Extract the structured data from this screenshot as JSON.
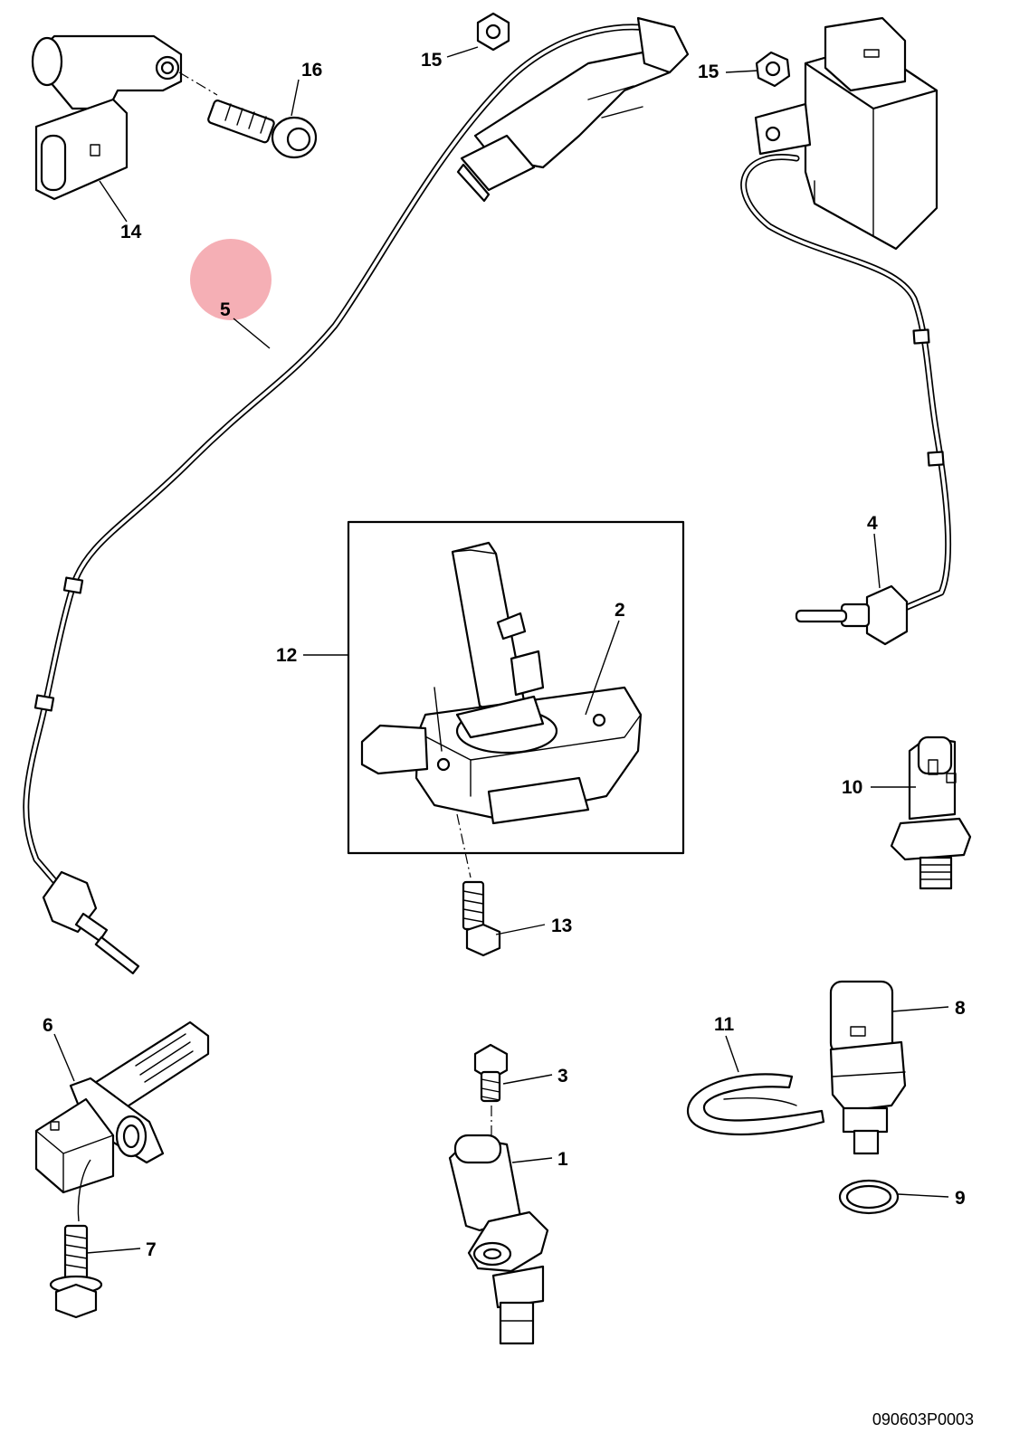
{
  "callouts": [
    {
      "id": "c16",
      "label": "16"
    },
    {
      "id": "c14",
      "label": "14"
    },
    {
      "id": "c15a",
      "label": "15"
    },
    {
      "id": "c15b",
      "label": "15"
    },
    {
      "id": "c5",
      "label": "5"
    },
    {
      "id": "c4",
      "label": "4"
    },
    {
      "id": "c12",
      "label": "12"
    },
    {
      "id": "c2",
      "label": "2"
    },
    {
      "id": "c10",
      "label": "10"
    },
    {
      "id": "c13",
      "label": "13"
    },
    {
      "id": "c6",
      "label": "6"
    },
    {
      "id": "c7",
      "label": "7"
    },
    {
      "id": "c3",
      "label": "3"
    },
    {
      "id": "c1",
      "label": "1"
    },
    {
      "id": "c11",
      "label": "11"
    },
    {
      "id": "c8",
      "label": "8"
    },
    {
      "id": "c9",
      "label": "9"
    }
  ],
  "drawing_reference": "090603P0003",
  "colors": {
    "line": "#000000",
    "background": "#ffffff",
    "highlight": "#f4a6ad"
  }
}
